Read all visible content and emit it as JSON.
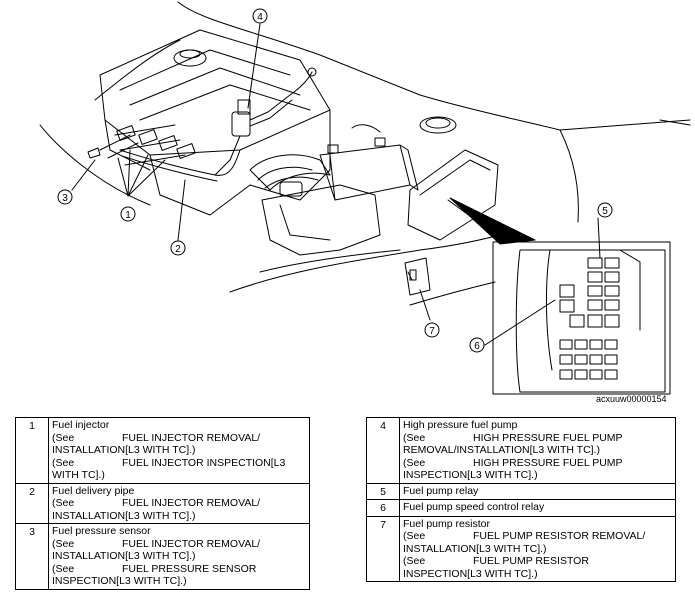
{
  "figure_code": "acxuuw00000154",
  "callouts": [
    "1",
    "2",
    "3",
    "4",
    "5",
    "6",
    "7"
  ],
  "legend_left": [
    {
      "num": "1",
      "name": "Fuel injector",
      "refs": [
        {
          "see": "(See",
          "l1": "FUEL INJECTOR REMOVAL/",
          "l2": "INSTALLATION[L3 WITH TC].)"
        },
        {
          "see": "(See",
          "l1": "FUEL INJECTOR INSPECTION[L3",
          "l2": "WITH TC].)"
        }
      ]
    },
    {
      "num": "2",
      "name": "Fuel delivery pipe",
      "refs": [
        {
          "see": "(See",
          "l1": "FUEL INJECTOR REMOVAL/",
          "l2": "INSTALLATION[L3 WITH TC].)"
        }
      ]
    },
    {
      "num": "3",
      "name": "Fuel pressure sensor",
      "refs": [
        {
          "see": "(See",
          "l1": "FUEL INJECTOR REMOVAL/",
          "l2": "INSTALLATION[L3 WITH TC].)"
        },
        {
          "see": "(See",
          "l1": "FUEL PRESSURE SENSOR",
          "l2": "INSPECTION[L3 WITH TC].)"
        }
      ]
    }
  ],
  "legend_right": [
    {
      "num": "4",
      "name": "High pressure fuel pump",
      "refs": [
        {
          "see": "(See",
          "l1": "HIGH PRESSURE FUEL PUMP",
          "l2": "REMOVAL/INSTALLATION[L3 WITH TC].)"
        },
        {
          "see": "(See",
          "l1": "HIGH PRESSURE FUEL PUMP",
          "l2": "INSPECTION[L3 WITH TC].)"
        }
      ]
    },
    {
      "num": "5",
      "name": "Fuel pump relay",
      "refs": []
    },
    {
      "num": "6",
      "name": "Fuel pump speed control relay",
      "refs": []
    },
    {
      "num": "7",
      "name": "Fuel pump resistor",
      "refs": [
        {
          "see": "(See",
          "l1": "FUEL PUMP RESISTOR REMOVAL/",
          "l2": "INSTALLATION[L3 WITH TC].)"
        },
        {
          "see": "(See",
          "l1": "FUEL PUMP RESISTOR",
          "l2": "INSPECTION[L3 WITH TC].)"
        }
      ]
    }
  ]
}
